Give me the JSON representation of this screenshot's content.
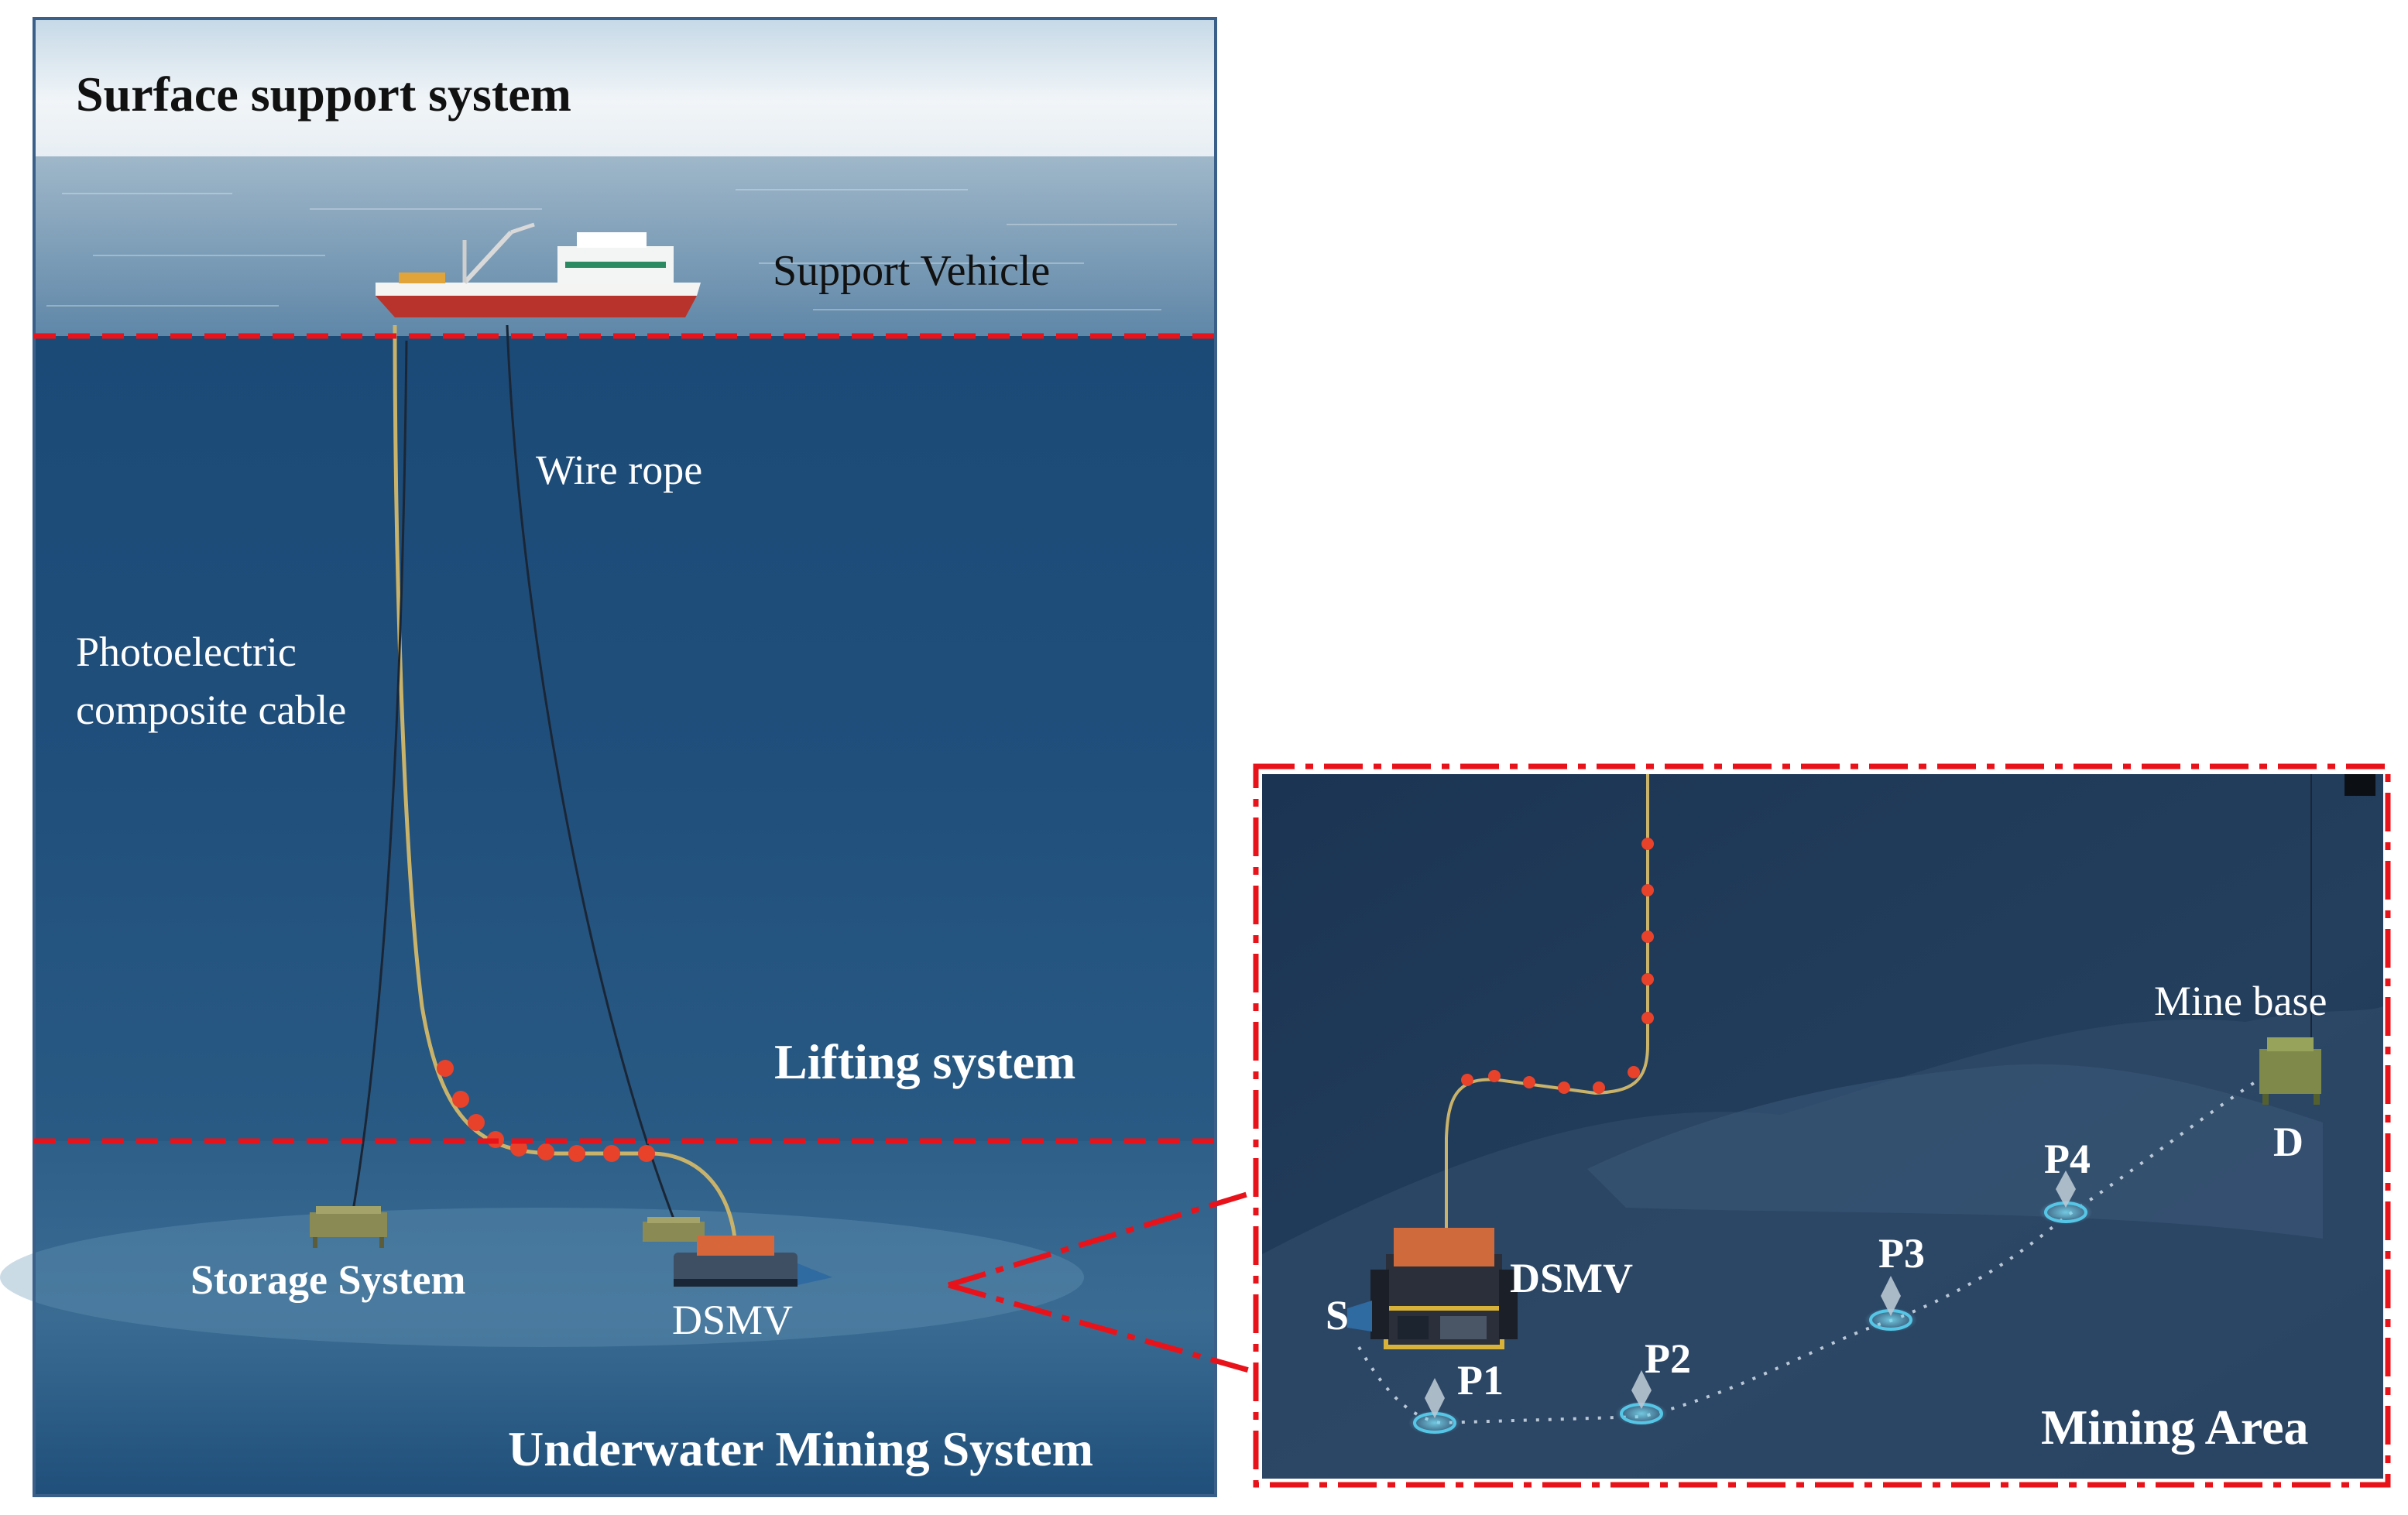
{
  "labels": {
    "surface": "Surface support system",
    "support_vehicle": "Support Vehicle",
    "wire_rope": "Wire rope",
    "cable_line1": "Photoelectric",
    "cable_line2": "composite cable",
    "lifting": "Lifting system",
    "storage": "Storage System",
    "dsmv_left": "DSMV",
    "underwater": "Underwater Mining System",
    "mine_base": "Mine base",
    "dsmv_right": "DSMV",
    "mining_area": "Mining Area"
  },
  "points": [
    "S",
    "P1",
    "P2",
    "P3",
    "P4",
    "D"
  ],
  "colors": {
    "sky": "#eef3f6",
    "deep_sea": "#1f4b78",
    "divider": "#e8131a",
    "buoy": "#e8422b"
  },
  "icons": [
    "ship-icon",
    "storage-unit-icon",
    "dsmv-vehicle-icon",
    "mine-base-icon",
    "waypoint-marker-icon"
  ]
}
